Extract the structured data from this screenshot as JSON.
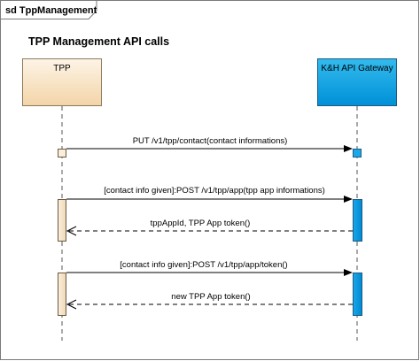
{
  "frame": {
    "label": "sd TppManagement"
  },
  "title": "TPP Management API calls",
  "lifelines": {
    "tpp": {
      "label": "TPP",
      "fill_top": "#fdf4e6",
      "fill_bottom": "#f3d4a8"
    },
    "gateway": {
      "label": "K&H API Gateway",
      "fill_top": "#33bbee",
      "fill_bottom": "#0090d8"
    }
  },
  "messages": [
    {
      "label": "PUT /v1/tpp/contact(contact informations)",
      "kind": "call"
    },
    {
      "label": "[contact info given]:POST /v1/tpp/app(tpp app informations)",
      "kind": "call"
    },
    {
      "label": "tppAppId, TPP App token()",
      "kind": "return"
    },
    {
      "label": "[contact info given]:POST /v1/tpp/app/token()",
      "kind": "call"
    },
    {
      "label": "new TPP App token()",
      "kind": "return"
    }
  ]
}
